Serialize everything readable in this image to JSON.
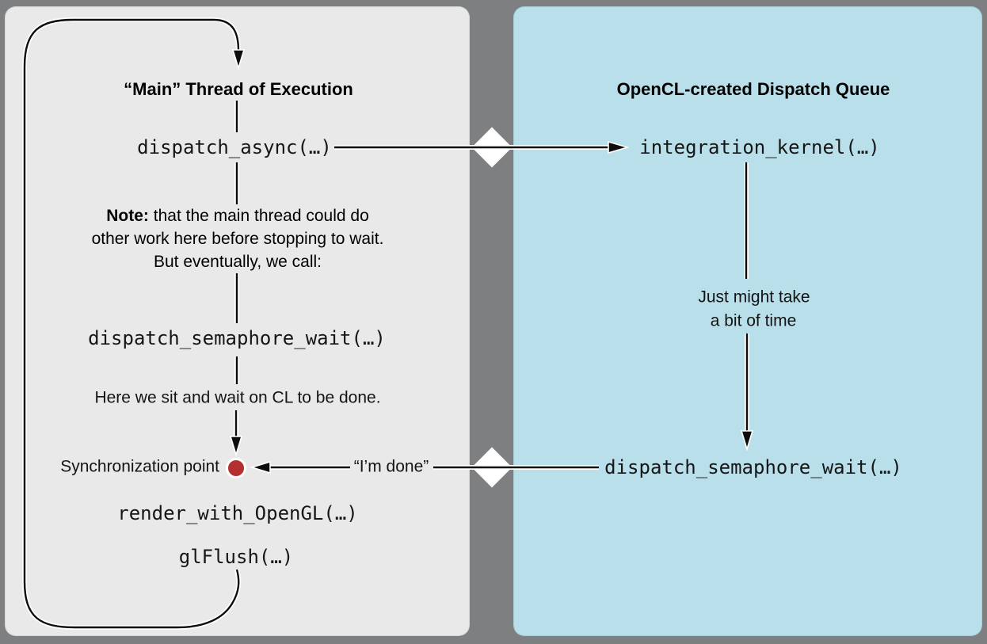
{
  "colors": {
    "background": "#7d7f80",
    "left_panel_bg": "#e8e9e8",
    "right_panel_bg": "#b8dfea",
    "line": "#0d0d0d",
    "sync_dot": "#b3302e",
    "diamond": "#ffffff"
  },
  "left_panel": {
    "title": "“Main” Thread of Execution",
    "dispatch_async": "dispatch_async(…)",
    "note": {
      "bold_label": "Note:",
      "line1_rest": "that the main thread could do",
      "line2": "other work here before stopping to wait.",
      "line3": "But eventually, we call:"
    },
    "dispatch_semaphore_wait": "dispatch_semaphore_wait(…)",
    "wait_caption": "Here we sit and wait on CL to be done.",
    "sync_label": "Synchronization point",
    "im_done_label": "“I’m done”",
    "render_with_opengl": "render_with_OpenGL(…)",
    "gl_flush": "glFlush(…)"
  },
  "right_panel": {
    "title": "OpenCL-created Dispatch Queue",
    "integration_kernel": "integration_kernel(…)",
    "duration_note_line1": "Just might take",
    "duration_note_line2": "a bit of time",
    "dispatch_semaphore_wait": "dispatch_semaphore_wait(…)"
  }
}
